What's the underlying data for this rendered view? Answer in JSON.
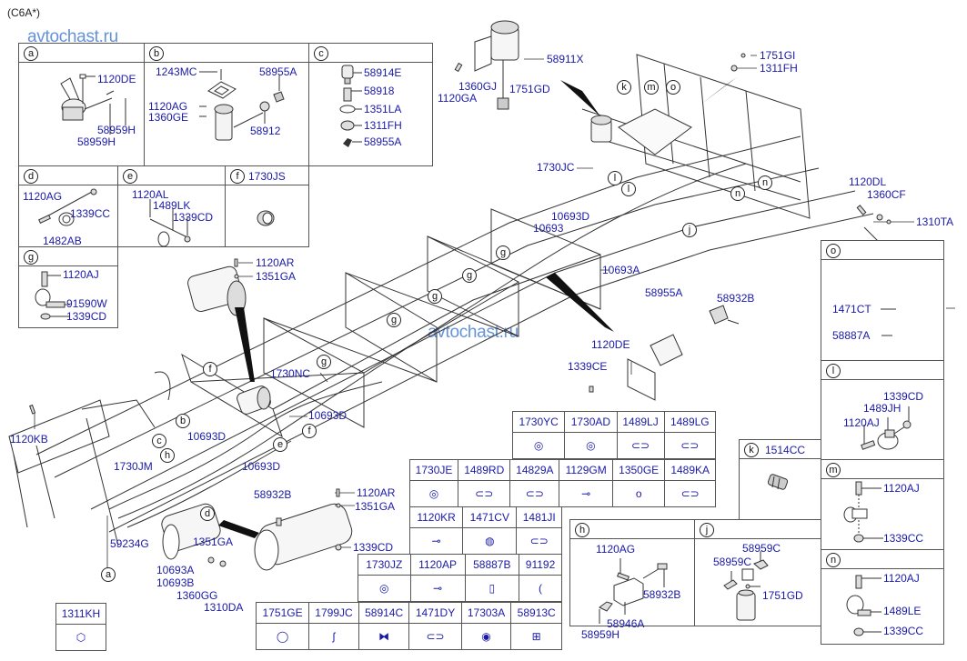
{
  "title": "(C6A*)",
  "watermark": "avtochast.ru",
  "sections": {
    "a": {
      "letter": "a",
      "labels": [
        "1120DE",
        "58959H",
        "58959H"
      ]
    },
    "b": {
      "letter": "b",
      "labels": [
        "1243MC",
        "58955A",
        "1120AG",
        "1360GE",
        "58912"
      ]
    },
    "c": {
      "letter": "c",
      "labels": [
        "58914E",
        "58918",
        "1351LA",
        "1311FH",
        "58955A"
      ]
    },
    "d": {
      "letter": "d",
      "labels": [
        "1120AG",
        "1339CC",
        "1482AB"
      ]
    },
    "e": {
      "letter": "e",
      "labels": [
        "1120AL",
        "1489LK",
        "1339CD"
      ]
    },
    "f": {
      "letter": "f",
      "part": "1730JS"
    },
    "g": {
      "letter": "g",
      "labels": [
        "1120AJ",
        "91590W",
        "1339CD"
      ]
    },
    "h": {
      "letter": "h",
      "labels": [
        "1120AG",
        "58932B",
        "58946A",
        "58959H"
      ]
    },
    "j": {
      "letter": "j",
      "labels": [
        "58959C",
        "58959C",
        "1751GD"
      ]
    },
    "k": {
      "letter": "k",
      "part": "1514CC"
    },
    "l": {
      "letter": "l",
      "labels": [
        "1339CD",
        "1489JH",
        "1120AJ"
      ]
    },
    "m": {
      "letter": "m",
      "labels": [
        "1120AJ",
        "1339CC"
      ]
    },
    "n": {
      "letter": "n",
      "labels": [
        "1120AJ",
        "1489LE",
        "1339CC"
      ]
    },
    "o": {
      "letter": "o",
      "labels": [
        "1471CT",
        "58887A"
      ]
    }
  },
  "main_labels": {
    "top_assembly": [
      "58911X",
      "1360GJ",
      "1751GD",
      "1120GA"
    ],
    "top_right": [
      "1751GI",
      "1311FH"
    ],
    "o_hardware": [
      "1120DL",
      "1360CF",
      "1310TA"
    ],
    "tank_top": [
      "1120AR",
      "1351GA"
    ],
    "mid": [
      "1730JC",
      "10693D",
      "10693",
      "10693A",
      "58955A",
      "58932B",
      "1120DE",
      "1339CE"
    ],
    "frame": [
      "1730NC",
      "10693D",
      "10693D",
      "10693D",
      "1730JM",
      "1120KB",
      "59234G"
    ],
    "bottom_tank": [
      "58932B",
      "1120AR",
      "1351GA",
      "1351GA",
      "1339CD",
      "10693A",
      "10693B",
      "1360GG",
      "1310DA"
    ],
    "callouts": [
      "a",
      "b",
      "c",
      "d",
      "e",
      "f",
      "f",
      "g",
      "g",
      "g",
      "g",
      "g",
      "h",
      "j",
      "k",
      "l",
      "l",
      "m",
      "n",
      "n",
      "o"
    ]
  },
  "single_part": {
    "label": "1311KH"
  },
  "parts_grid_1": {
    "rows": [
      [
        "1730YC",
        "1730AD",
        "1489LJ",
        "1489LG"
      ]
    ]
  },
  "parts_grid_2": {
    "rows": [
      [
        "1730JE",
        "1489RD",
        "14829A",
        "1129GM",
        "1350GE",
        "1489KA"
      ]
    ]
  },
  "parts_grid_3": {
    "rows": [
      [
        "1120KR",
        "1471CV",
        "1481JI"
      ],
      [
        "1120AP",
        "58887B",
        "91192"
      ]
    ]
  },
  "parts_grid_4": {
    "rows": [
      [
        "1730JZ"
      ]
    ]
  },
  "parts_grid_5": {
    "rows": [
      [
        "1751GE",
        "1799JC",
        "58914C",
        "1471DY",
        "17303A",
        "58913C"
      ]
    ]
  }
}
